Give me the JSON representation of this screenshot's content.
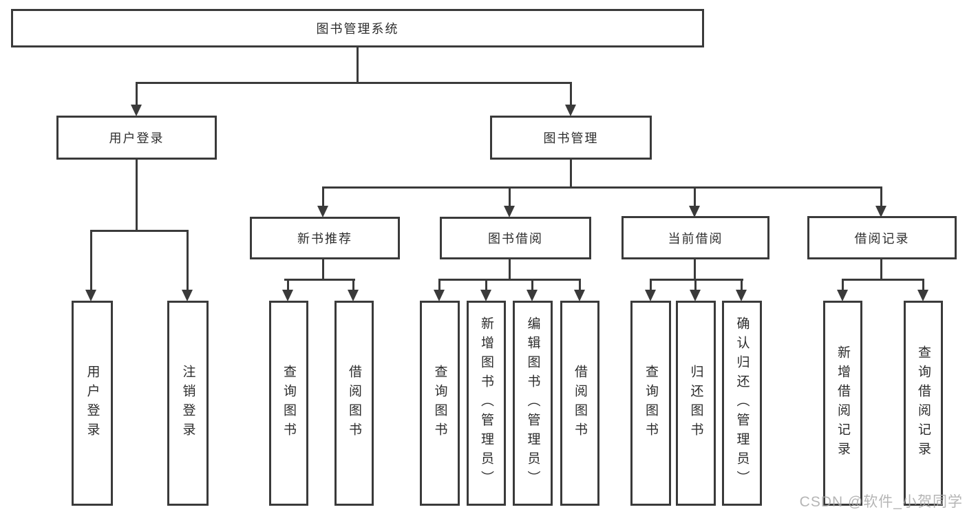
{
  "diagram": {
    "title": "图书管理系统",
    "watermark": "CSDN @软件_小贺同学",
    "colors": {
      "line": "#3a3a3a",
      "text": "#2d2d2d",
      "watermark": "#a9a9a9",
      "background": "#ffffff"
    },
    "nodes": {
      "root": "图书管理系统",
      "level2": [
        "用户登录",
        "图书管理"
      ],
      "level3": [
        "新书推荐",
        "图书借阅",
        "当前借阅",
        "借阅记录"
      ],
      "leaves": {
        "g1": [
          "用户登录",
          "注销登录"
        ],
        "g2": [
          "查询图书",
          "借阅图书"
        ],
        "g3": [
          "查询图书",
          "新增图书（管理员）",
          "编辑图书（管理员）",
          "借阅图书"
        ],
        "g4": [
          "查询图书",
          "归还图书",
          "确认归还（管理员）"
        ],
        "g5": [
          "新增借阅记录",
          "查询借阅记录"
        ]
      }
    },
    "hierarchy": {
      "图书管理系统": [
        "用户登录",
        "图书管理"
      ],
      "用户登录": [
        "用户登录",
        "注销登录"
      ],
      "图书管理": [
        "新书推荐",
        "图书借阅",
        "当前借阅",
        "借阅记录"
      ],
      "新书推荐": [
        "查询图书",
        "借阅图书"
      ],
      "图书借阅": [
        "查询图书",
        "新增图书（管理员）",
        "编辑图书（管理员）",
        "借阅图书"
      ],
      "当前借阅": [
        "查询图书",
        "归还图书",
        "确认归还（管理员）"
      ],
      "借阅记录": [
        "新增借阅记录",
        "查询借阅记录"
      ]
    }
  }
}
